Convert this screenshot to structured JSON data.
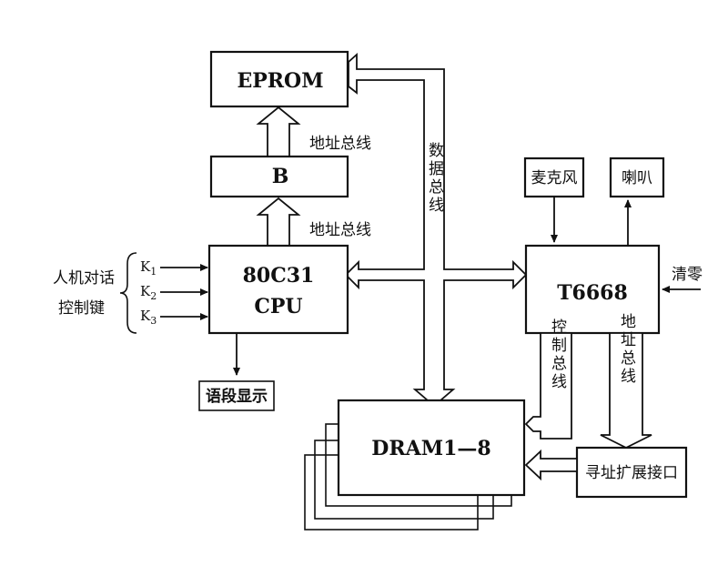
{
  "blocks": {
    "eprom": "EPROM",
    "b": "B",
    "cpu_line1": "80C31",
    "cpu_line2": "CPU",
    "t6668": "T6668",
    "dram": "DRAM1—8",
    "microphone": "麦克风",
    "speaker": "喇叭",
    "expansion_port": "寻址扩展接口",
    "segment_display": "语段显示"
  },
  "labels": {
    "address_bus_top": "地址总线",
    "address_bus_cpu": "地址总线",
    "data_bus": "数据总线",
    "control_bus": "控制总线",
    "address_bus_right": "地址总线",
    "clear": "清零",
    "keys_group_line1": "人机对话",
    "keys_group_line2": "控制键",
    "key1_main": "K",
    "key1_sub": "1",
    "key2_main": "K",
    "key2_sub": "2",
    "key3_main": "K",
    "key3_sub": "3"
  }
}
